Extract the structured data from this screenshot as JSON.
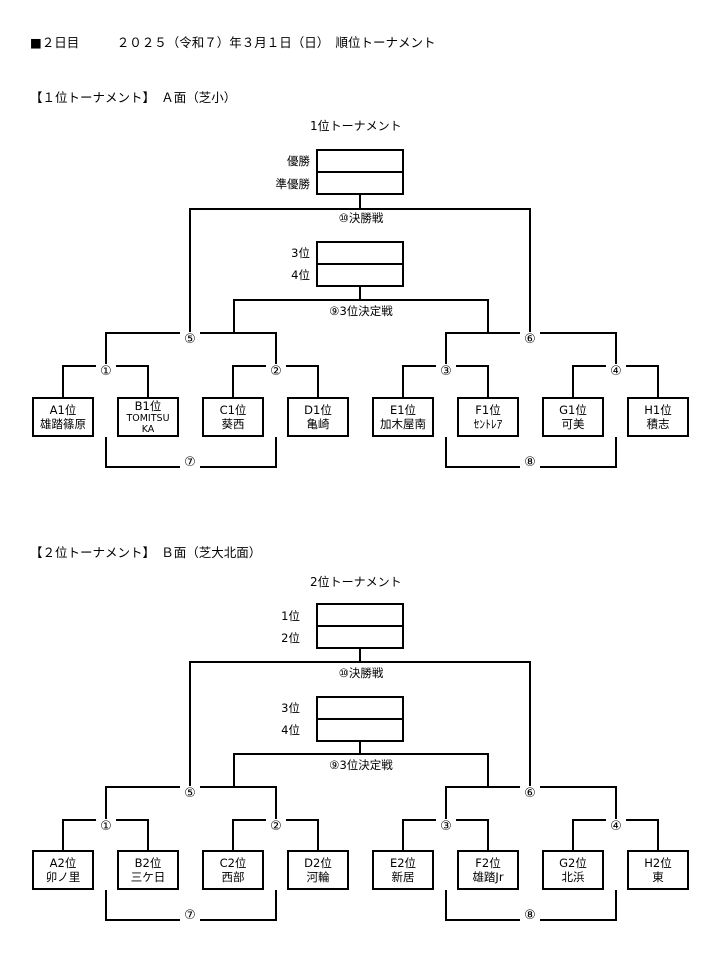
{
  "header": "■２日目　　　２０２５（令和７）年３月１日（日）　順位トーナメント",
  "sections": [
    {
      "section_label": "【１位トーナメント】　Ａ面（芝小）",
      "bracket_title": "1位トーナメント",
      "result_labels": [
        "優勝",
        "準優勝",
        "3位",
        "4位"
      ],
      "final_label": "⑩決勝戦",
      "third_label": "⑨3位決定戦",
      "match_numbers": [
        "①",
        "②",
        "③",
        "④",
        "⑤",
        "⑥",
        "⑦",
        "⑧"
      ],
      "teams": [
        {
          "seed": "A1位",
          "name": "雄踏篠原"
        },
        {
          "seed": "B1位",
          "name": "TOMITSU",
          "name2": "KA"
        },
        {
          "seed": "C1位",
          "name": "葵西"
        },
        {
          "seed": "D1位",
          "name": "亀崎"
        },
        {
          "seed": "E1位",
          "name": "加木屋南"
        },
        {
          "seed": "F1位",
          "name": "ｾﾝﾄﾚｱ"
        },
        {
          "seed": "G1位",
          "name": "可美"
        },
        {
          "seed": "H1位",
          "name": "積志"
        }
      ]
    },
    {
      "section_label": "【２位トーナメント】　Ｂ面（芝大北面）",
      "bracket_title": "2位トーナメント",
      "result_labels": [
        "1位",
        "2位",
        "3位",
        "4位"
      ],
      "final_label": "⑩決勝戦",
      "third_label": "⑨3位決定戦",
      "match_numbers": [
        "①",
        "②",
        "③",
        "④",
        "⑤",
        "⑥",
        "⑦",
        "⑧"
      ],
      "teams": [
        {
          "seed": "A2位",
          "name": "卯ノ里"
        },
        {
          "seed": "B2位",
          "name": "三ケ日"
        },
        {
          "seed": "C2位",
          "name": "西部"
        },
        {
          "seed": "D2位",
          "name": "河輪"
        },
        {
          "seed": "E2位",
          "name": "新居"
        },
        {
          "seed": "F2位",
          "name": "雄踏Jr"
        },
        {
          "seed": "G2位",
          "name": "北浜"
        },
        {
          "seed": "H2位",
          "name": "東"
        }
      ]
    }
  ]
}
